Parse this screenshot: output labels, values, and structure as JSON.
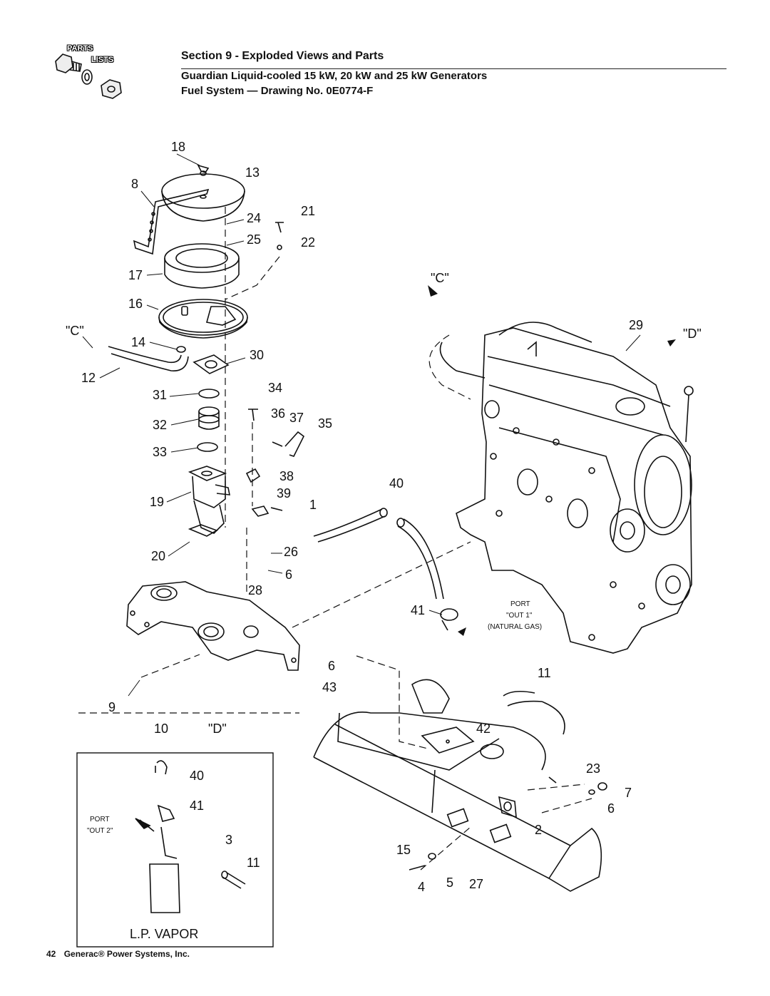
{
  "header": {
    "logo_top": "PARTS",
    "logo_bottom": "LISTS",
    "section": "Section 9 - Exploded Views and Parts",
    "subtitle": "Guardian Liquid-cooled 15 kW, 20 kW and 25 kW Generators",
    "drawing": "Fuel System — Drawing No. 0E0774-F"
  },
  "callouts": [
    "18",
    "13",
    "8",
    "24",
    "21",
    "25",
    "22",
    "17",
    "16",
    "14",
    "30",
    "12",
    "31",
    "34",
    "32",
    "36",
    "37",
    "35",
    "33",
    "38",
    "19",
    "39",
    "40",
    "26",
    "20",
    "6",
    "28",
    "41",
    "6",
    "43",
    "11",
    "9",
    "10",
    "42",
    "23",
    "7",
    "6",
    "2",
    "15",
    "4",
    "5",
    "27",
    "29",
    "1"
  ],
  "refs": {
    "c_left": "\"C\"",
    "c_right": "\"C\"",
    "d_right": "\"D\"",
    "d_bottom": "\"D\""
  },
  "port_note": {
    "line1": "PORT",
    "line2": "\"OUT 1\"",
    "line3": "(NATURAL GAS)"
  },
  "inset": {
    "title": "L.P. VAPOR",
    "port_line1": "PORT",
    "port_line2": "\"OUT 2\"",
    "callouts": [
      "40",
      "41",
      "3",
      "11"
    ]
  },
  "footer": {
    "page": "42",
    "company": "Generac® Power Systems, Inc."
  }
}
